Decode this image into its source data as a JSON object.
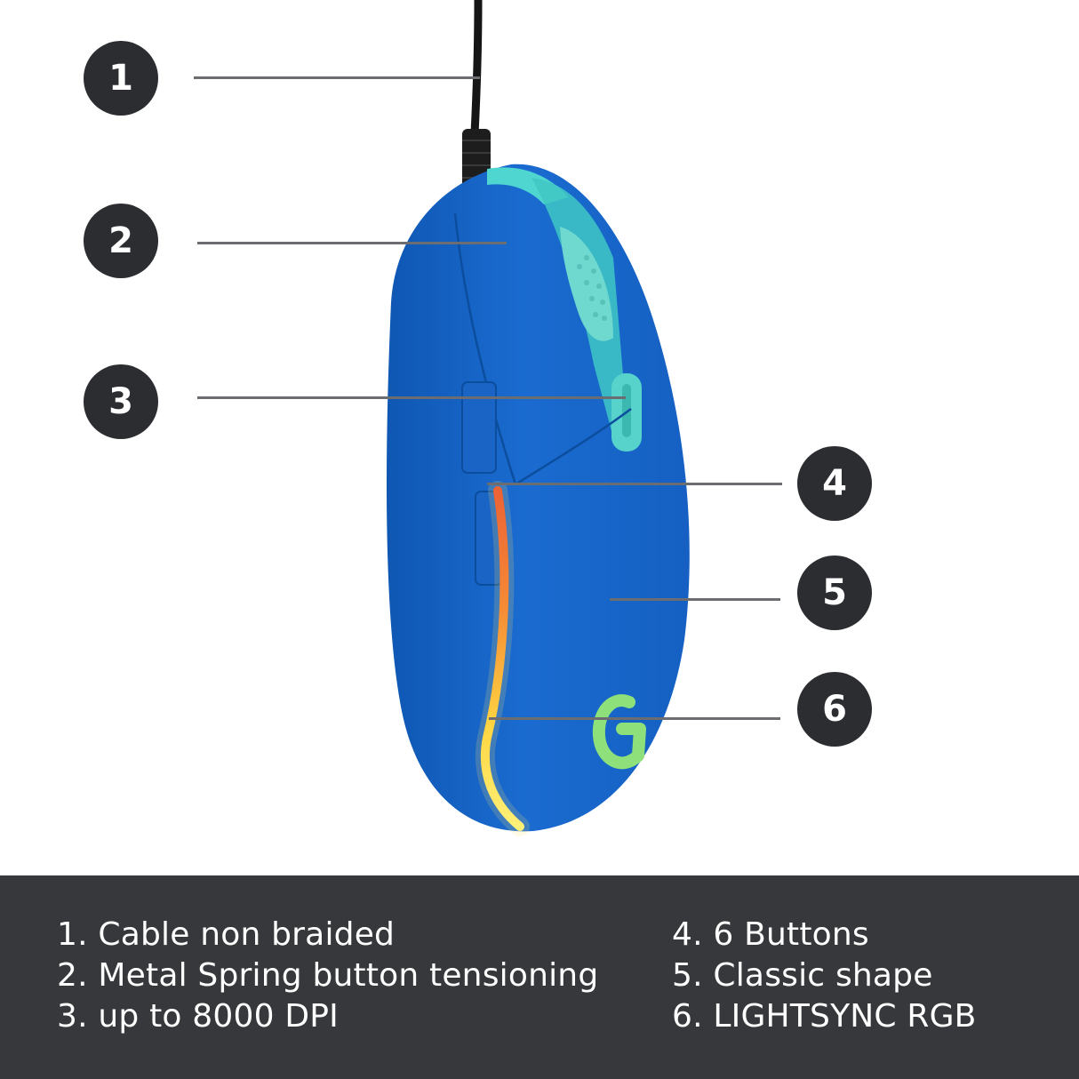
{
  "callouts": [
    {
      "number": "1"
    },
    {
      "number": "2"
    },
    {
      "number": "3"
    },
    {
      "number": "4"
    },
    {
      "number": "5"
    },
    {
      "number": "6"
    }
  ],
  "features": {
    "left": [
      "1. Cable non braided",
      "2. Metal Spring button tensioning",
      "3. up to 8000 DPI"
    ],
    "right": [
      "4. 6 Buttons",
      "5. Classic shape",
      "6. LIGHTSYNC RGB"
    ]
  },
  "colors": {
    "mouse_body": "#1565c0",
    "accent": "#4fd6d0",
    "footer_bg": "#36383b",
    "badge_bg": "#2b2d31"
  }
}
